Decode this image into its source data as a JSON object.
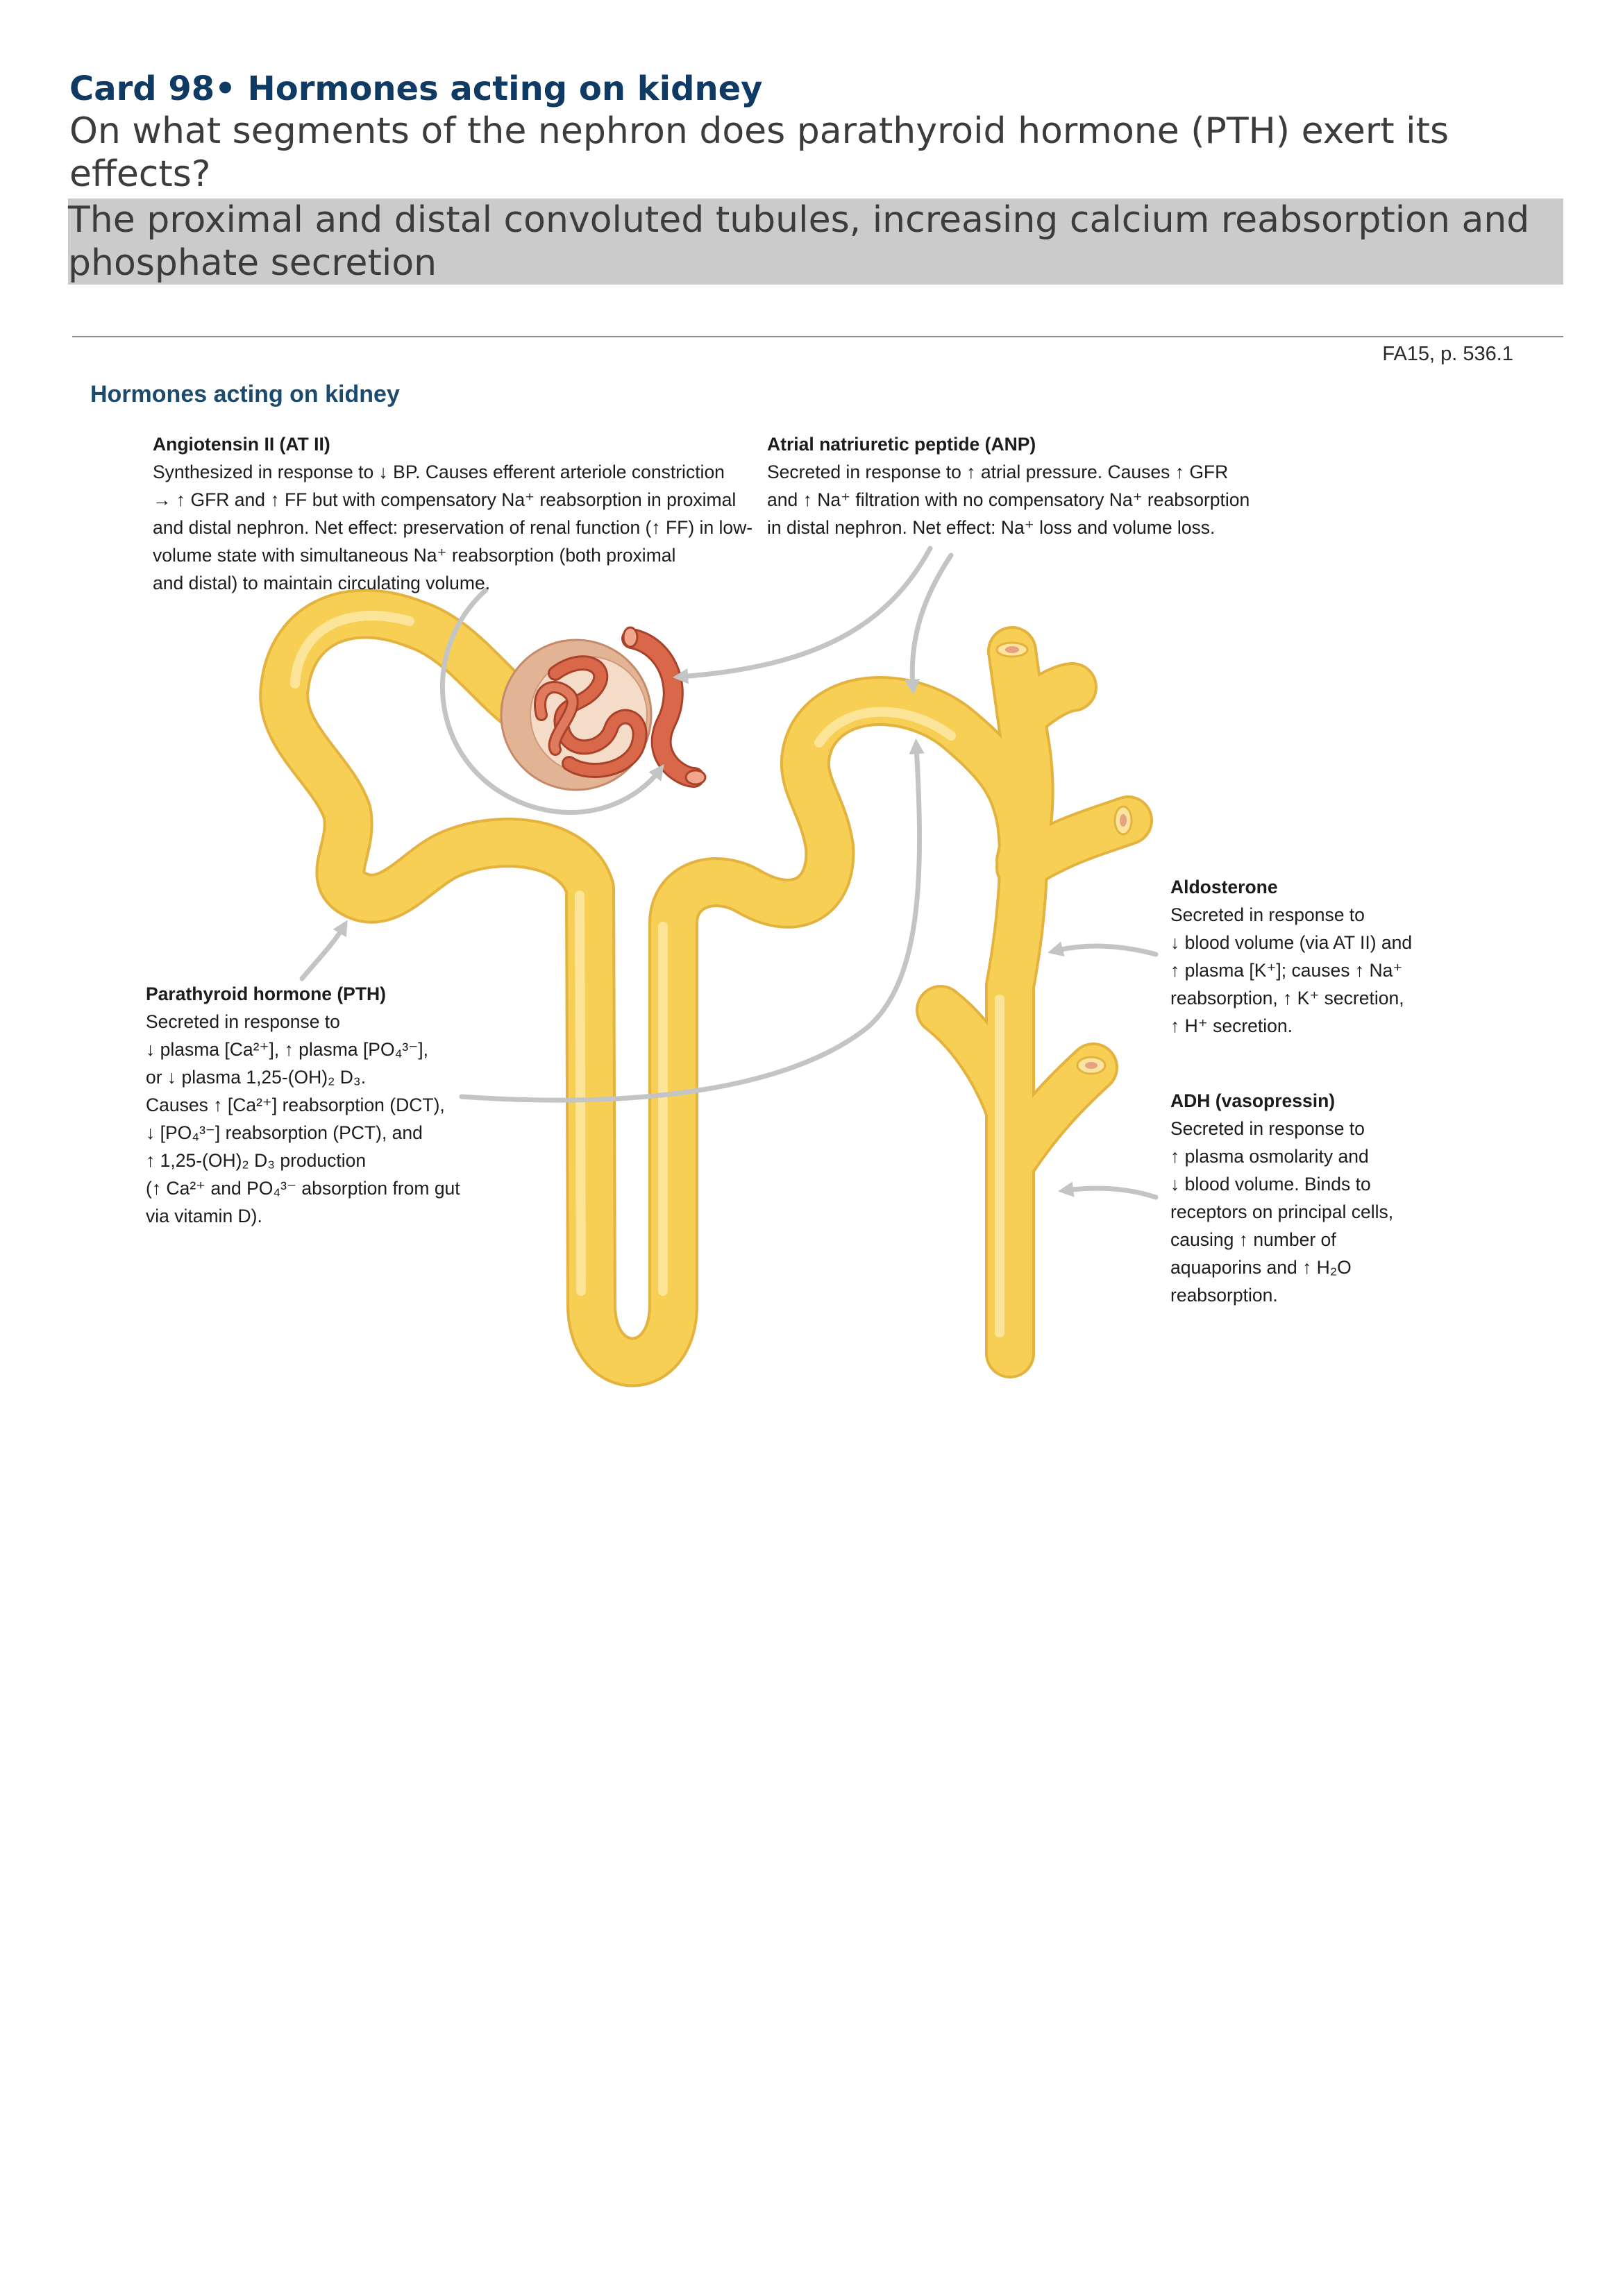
{
  "card": {
    "title": "Card 98• Hormones acting on kidney",
    "question": "On what segments of the nephron does parathyroid hormone (PTH) exert its effects?",
    "answer": "The proximal and distal convoluted tubules, increasing calcium reabsorption and phosphate secretion"
  },
  "source": "FA15, p. 536.1",
  "figure": {
    "title": "Hormones acting on kidney",
    "angiotensin": {
      "heading": "Angiotensin II (AT II)",
      "lines": [
        "Synthesized in response to ↓ BP. Causes efferent arteriole constriction",
        "→ ↑ GFR and ↑ FF but with compensatory Na⁺ reabsorption in proximal",
        "and distal nephron. Net effect: preservation of renal function (↑ FF) in low-",
        "volume state with simultaneous Na⁺ reabsorption (both proximal",
        "and distal) to maintain circulating volume."
      ]
    },
    "anp": {
      "heading": "Atrial natriuretic peptide (ANP)",
      "lines": [
        "Secreted in response to ↑ atrial pressure. Causes ↑ GFR",
        "and ↑ Na⁺ filtration with no compensatory Na⁺ reabsorption",
        "in distal nephron. Net effect: Na⁺ loss and volume loss."
      ]
    },
    "pth": {
      "heading": "Parathyroid hormone (PTH)",
      "lines": [
        "Secreted in response to",
        "↓ plasma [Ca²⁺], ↑ plasma [PO₄³⁻],",
        "or ↓ plasma 1,25-(OH)₂ D₃.",
        "Causes ↑ [Ca²⁺] reabsorption (DCT),",
        "↓ [PO₄³⁻] reabsorption (PCT), and",
        "↑ 1,25-(OH)₂ D₃ production",
        "(↑ Ca²⁺ and PO₄³⁻ absorption from gut",
        "via vitamin D)."
      ]
    },
    "aldosterone": {
      "heading": "Aldosterone",
      "lines": [
        "Secreted in response to",
        "↓ blood volume (via AT II) and",
        "↑ plasma [K⁺]; causes ↑ Na⁺",
        "reabsorption, ↑ K⁺ secretion,",
        "↑ H⁺ secretion."
      ]
    },
    "adh": {
      "heading": "ADH (vasopressin)",
      "lines": [
        "Secreted in response to",
        "↑ plasma osmolarity and",
        "↓ blood volume. Binds to",
        "receptors on principal cells,",
        "causing ↑ number of",
        "aquaporins and ↑ H₂O",
        "reabsorption."
      ]
    }
  },
  "colors": {
    "title": "#0f3a63",
    "figure_title": "#1b4a6d",
    "answer_bg": "#cbcbcb",
    "tubule": "#f7cf55",
    "tubule_highlight": "#fde9a6",
    "vessel": "#d9674a",
    "capsule": "#e2b495",
    "arrow": "#c3c4c6"
  }
}
